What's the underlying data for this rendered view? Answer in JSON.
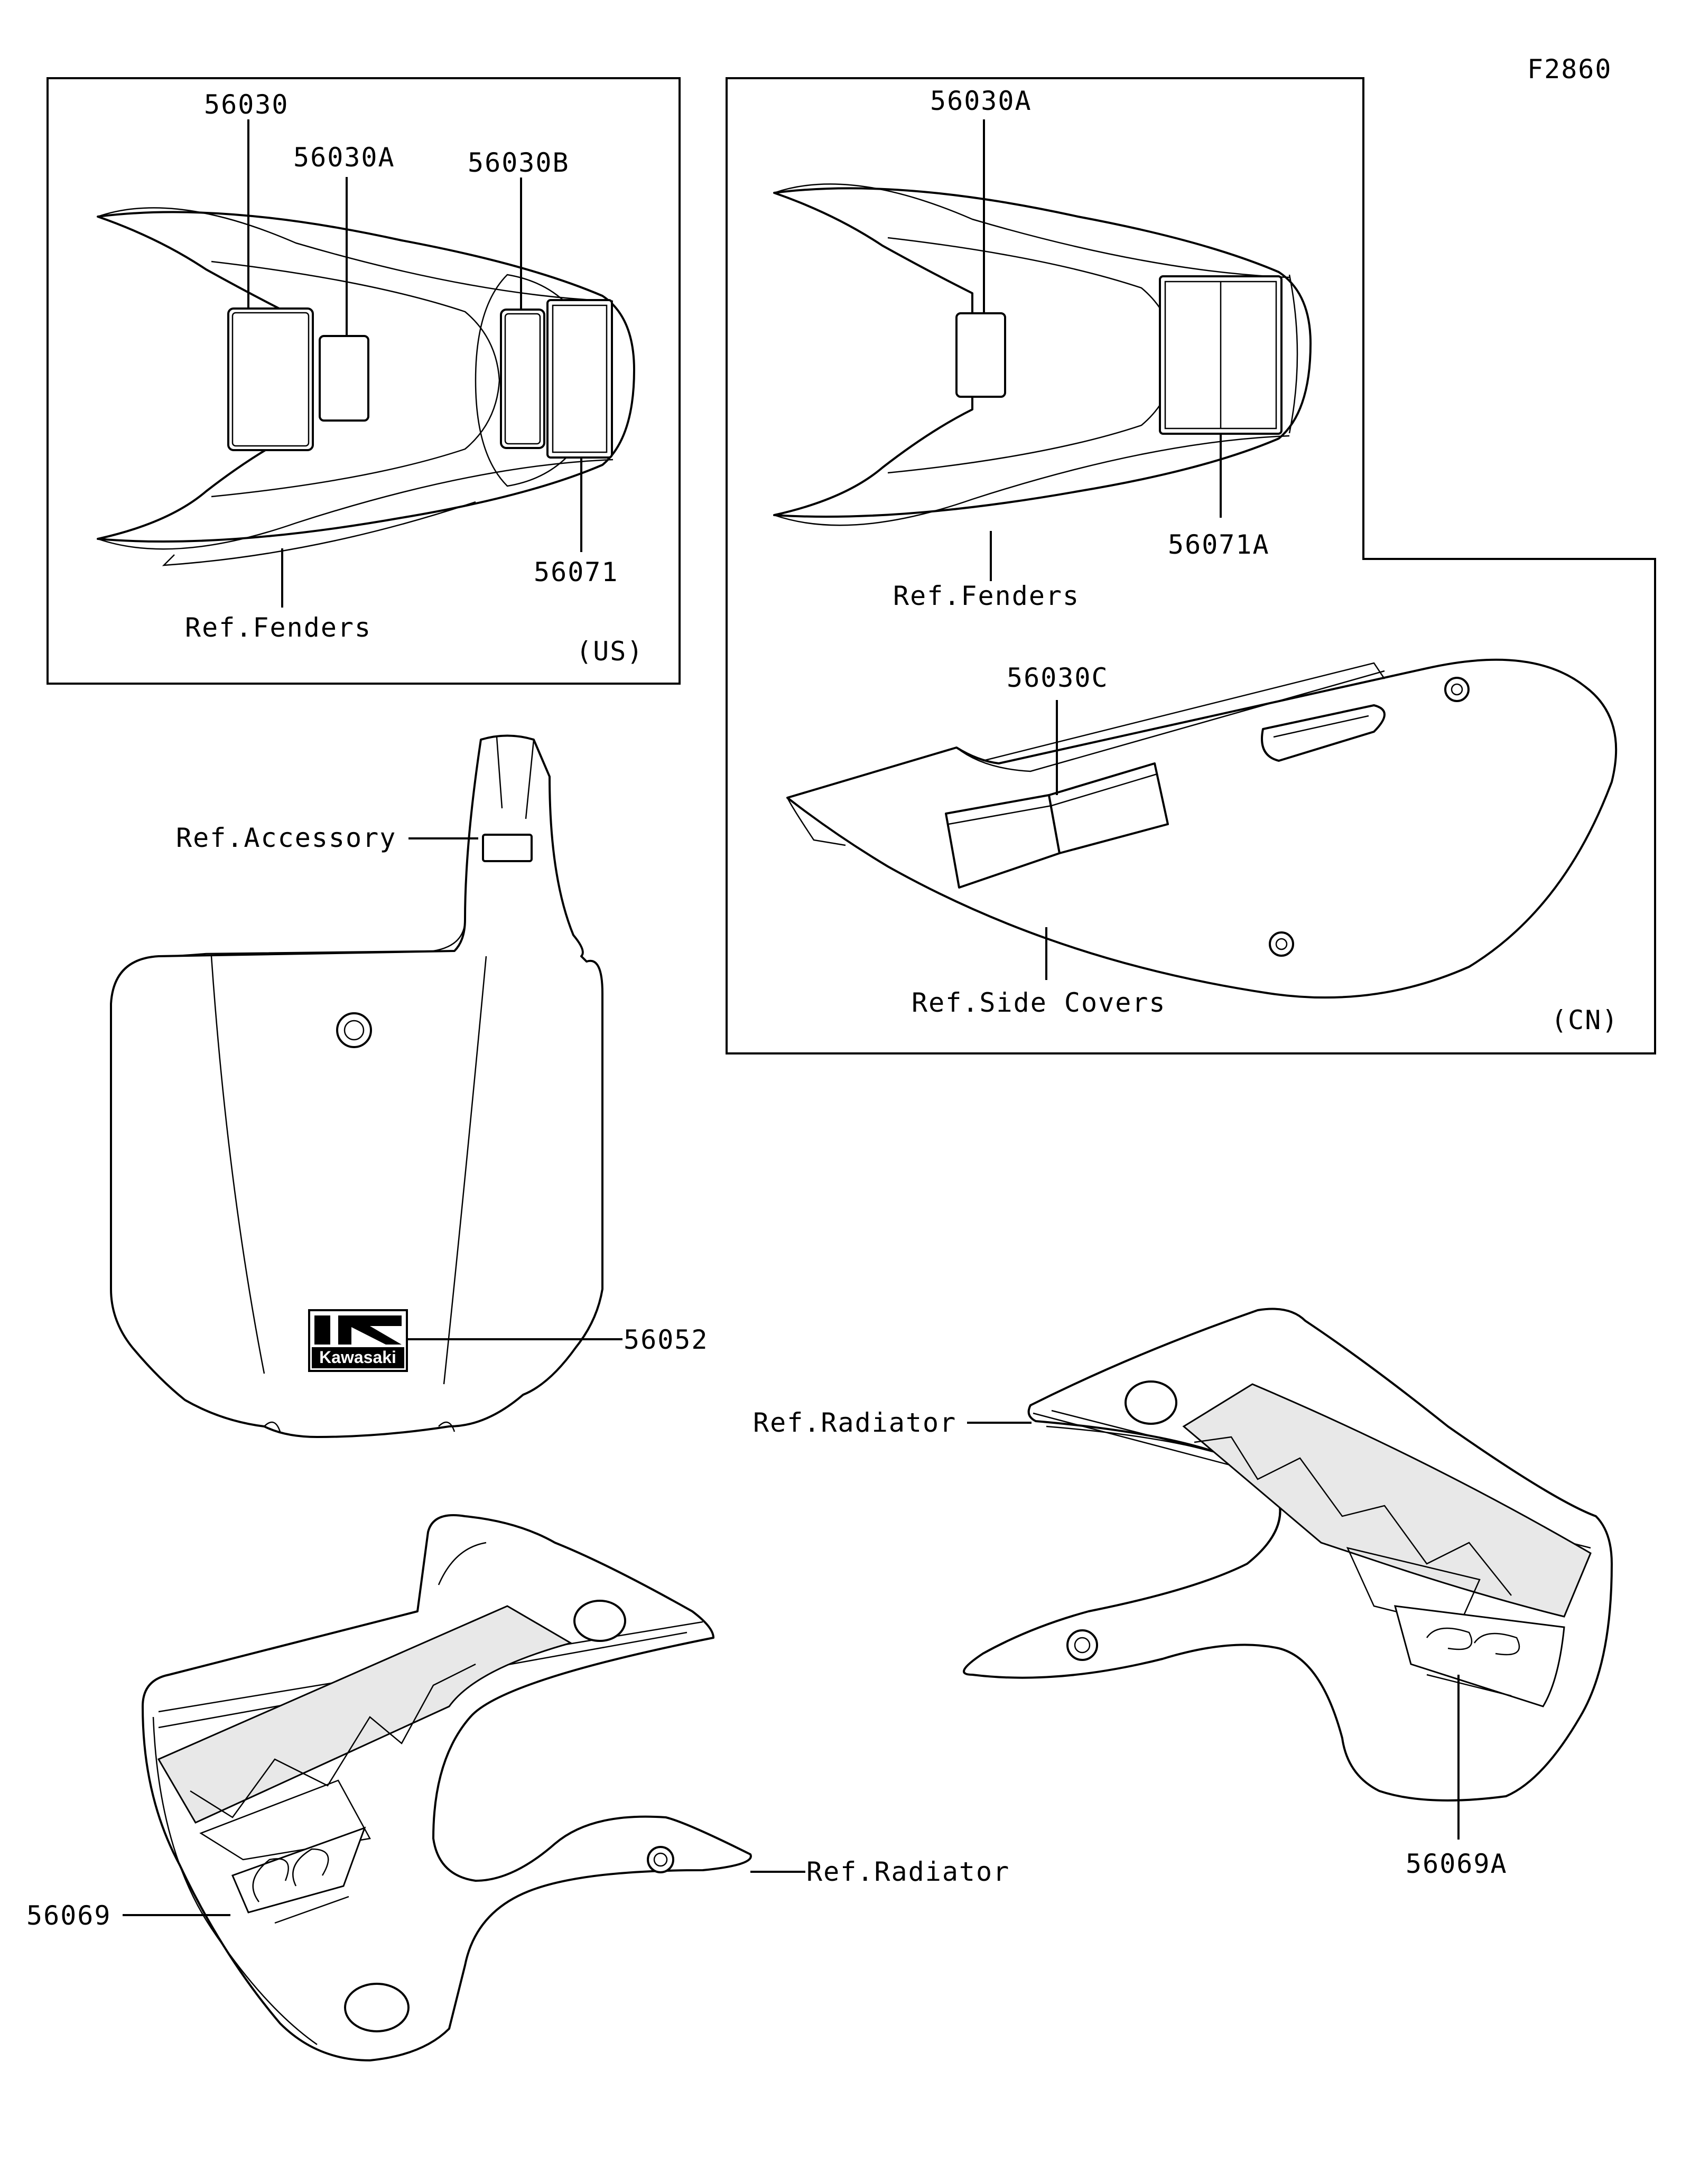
{
  "figure_code": "F2860",
  "box_us": {
    "region": "(US)",
    "parts": [
      "56030",
      "56030A",
      "56030B",
      "56071"
    ],
    "ref": "Ref.Fenders"
  },
  "box_cn": {
    "region": "(CN)",
    "parts": [
      "56030A",
      "56071A",
      "56030C"
    ],
    "ref_fenders": "Ref.Fenders",
    "ref_side_covers": "Ref.Side Covers"
  },
  "front_plate": {
    "ref": "Ref.Accessory",
    "part": "56052",
    "logo_text": "Kawasaki"
  },
  "left_shroud": {
    "part": "56069",
    "ref": "Ref.Radiator"
  },
  "right_shroud": {
    "part": "56069A",
    "ref": "Ref.Radiator"
  }
}
